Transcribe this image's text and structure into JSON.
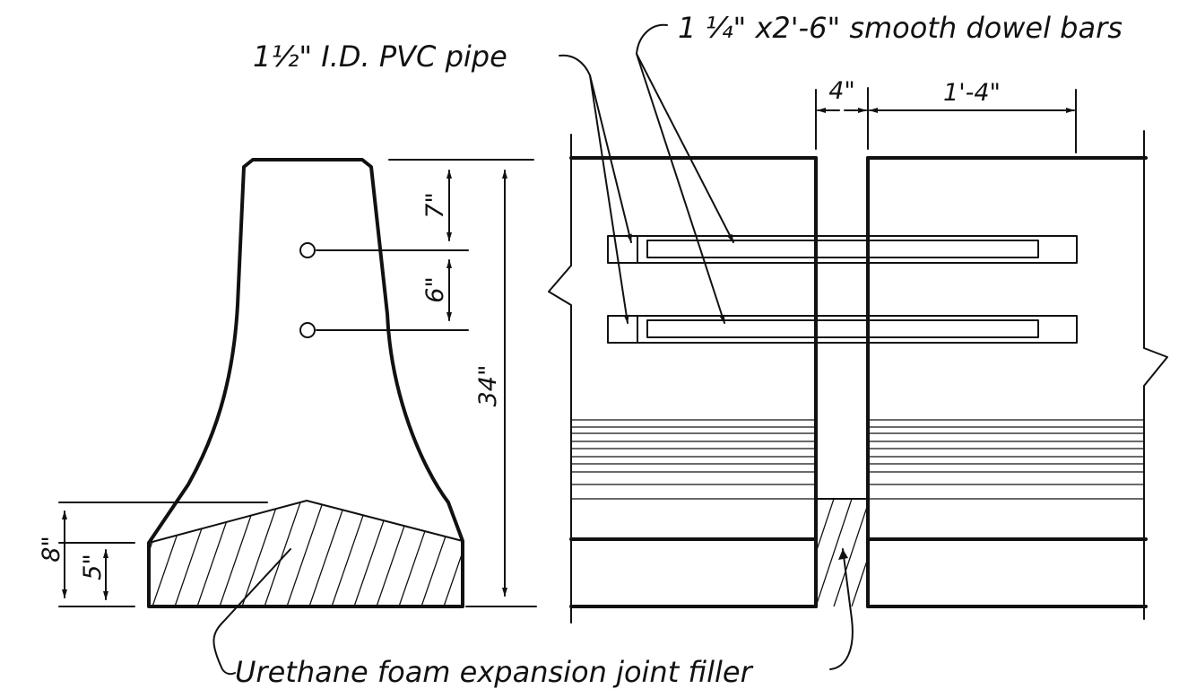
{
  "labels": {
    "pvc_pipe": "1½\" I.D. PVC pipe",
    "dowel_bars": "1 ¼\" x2'-6\" smooth dowel bars",
    "joint_filler": "Urethane foam expansion joint filler"
  },
  "dimensions": {
    "height": "34\"",
    "top_to_first_hole": "7\"",
    "hole_spacing": "6\"",
    "filler_peak": "8\"",
    "filler_edge": "5\"",
    "gap_width": "4\"",
    "dowel_embed": "1'-4\""
  },
  "colors": {
    "ink": "#111111",
    "paper": "#ffffff"
  }
}
